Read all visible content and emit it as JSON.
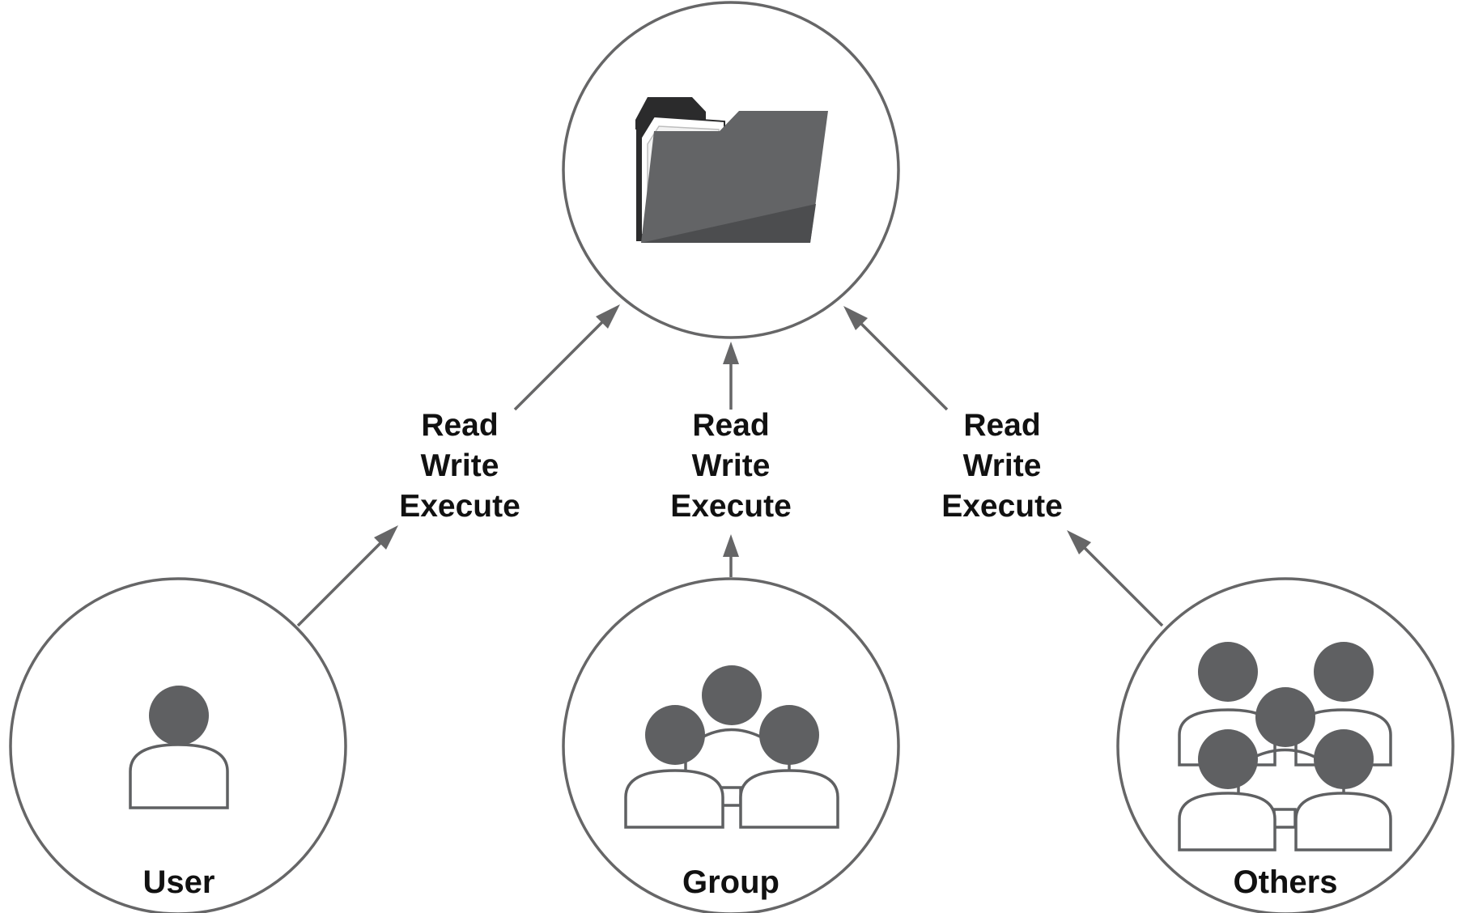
{
  "title": "",
  "resource": {
    "icon": "folder-icon"
  },
  "roles": [
    {
      "id": "user",
      "label": "User",
      "icon": "single-person-icon"
    },
    {
      "id": "group",
      "label": "Group",
      "icon": "group-people-icon"
    },
    {
      "id": "others",
      "label": "Others",
      "icon": "many-people-icon"
    }
  ],
  "permissions": [
    {
      "read": "Read",
      "write": "Write",
      "execute": "Execute"
    },
    {
      "read": "Read",
      "write": "Write",
      "execute": "Execute"
    },
    {
      "read": "Read",
      "write": "Write",
      "execute": "Execute"
    }
  ],
  "colors": {
    "outline": "#666667",
    "icon_fill": "#5f6062",
    "text": "#111111"
  }
}
